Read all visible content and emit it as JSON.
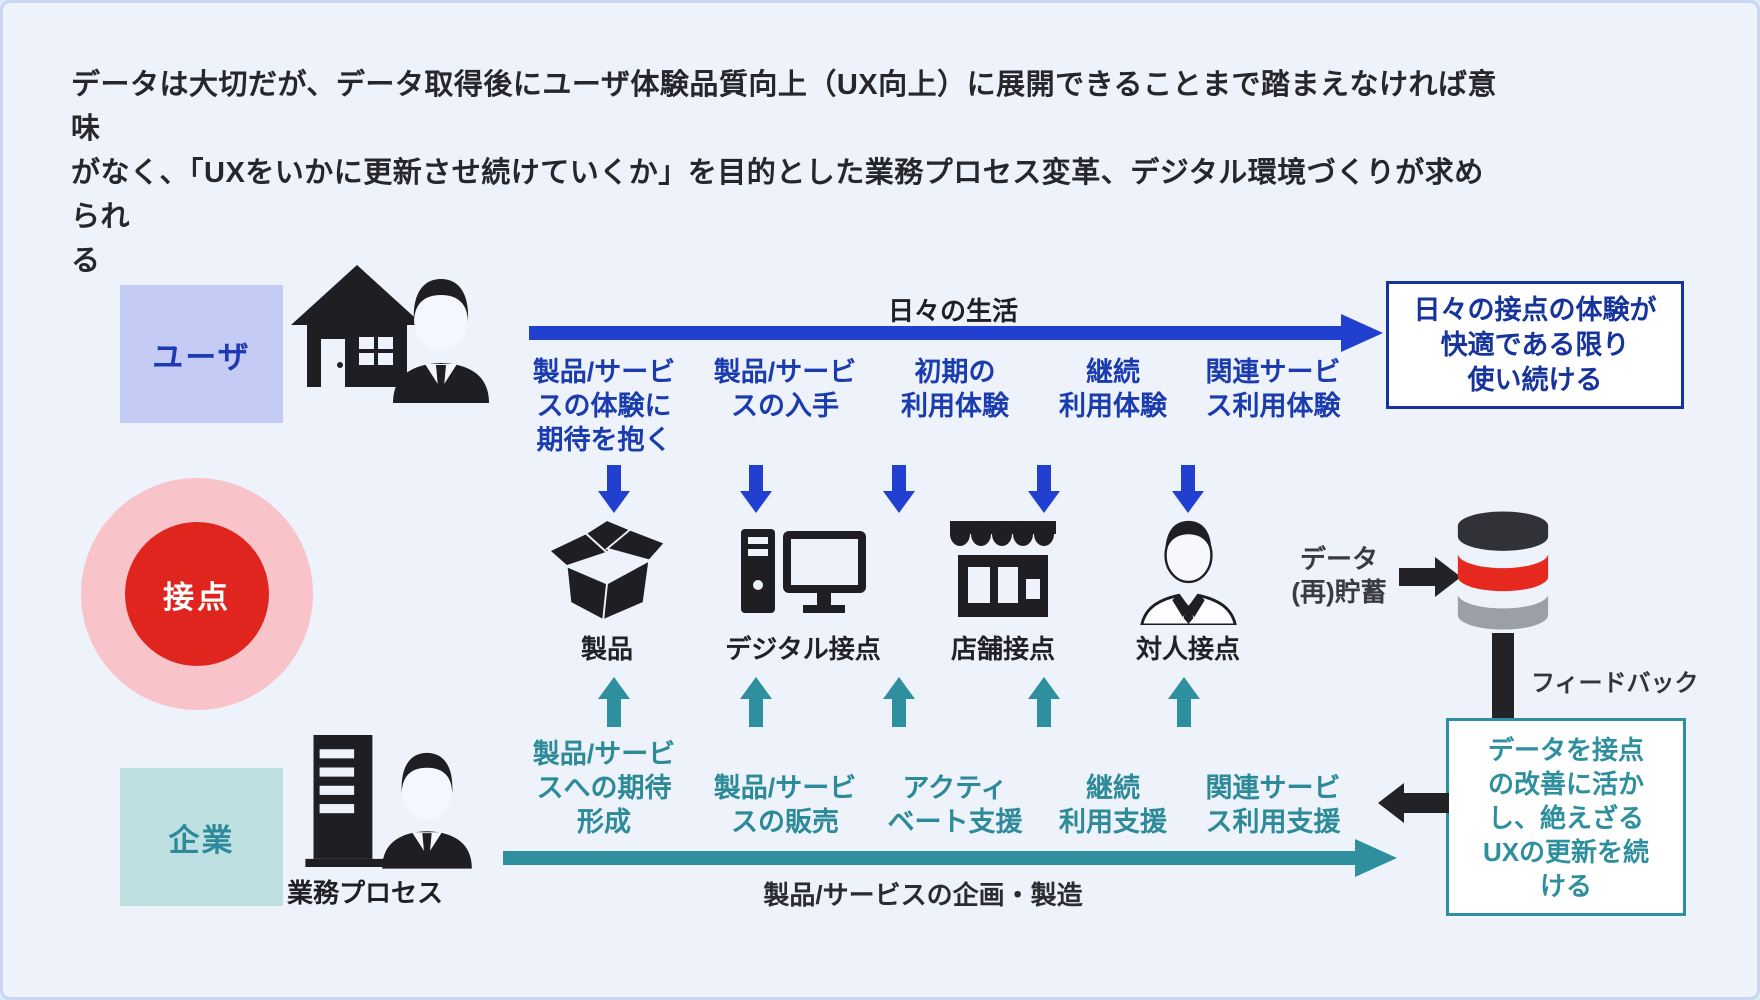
{
  "header": {
    "line1": "データは大切だが、データ取得後にユーザ体験品質向上（UX向上）に展開できることまで踏まえなければ意味",
    "line2": "がなく、「UXをいかに更新させ続けていくか」を目的とした業務プロセス変革、デジタル環境づくりが求められ",
    "line3": "る"
  },
  "rows": {
    "user": {
      "label": "ユーザ"
    },
    "touchpoint": {
      "label": "接点"
    },
    "company": {
      "label": "企業",
      "process": "業務プロセス"
    }
  },
  "top_flow": {
    "life_label": "日々の生活",
    "stages": [
      {
        "lines": [
          "製品/サービ",
          "スの体験に",
          "期待を抱く"
        ]
      },
      {
        "lines": [
          "製品/サービ",
          "スの入手"
        ]
      },
      {
        "lines": [
          "初期の",
          "利用体験"
        ]
      },
      {
        "lines": [
          "継続",
          "利用体験"
        ]
      },
      {
        "lines": [
          "関連サービ",
          "ス利用体験"
        ]
      }
    ],
    "outcome": [
      "日々の接点の体験が",
      "快適である限り",
      "使い続ける"
    ]
  },
  "touchpoints": {
    "items": [
      {
        "label": "製品",
        "icon": "box-icon"
      },
      {
        "label": "デジタル接点",
        "icon": "desktop-computer-icon"
      },
      {
        "label": "店舗接点",
        "icon": "storefront-icon"
      },
      {
        "label": "対人接点",
        "icon": "salesperson-icon"
      }
    ]
  },
  "data_loop": {
    "store_lines": [
      "データ",
      "(再)貯蓄"
    ],
    "feedback_label": "フィードバック",
    "action_lines": [
      "データを接点",
      "の改善に活か",
      "し、絶えざる",
      "UXの更新を続",
      "ける"
    ]
  },
  "bottom_flow": {
    "stages": [
      {
        "lines": [
          "製品/サービ",
          "スへの期待",
          "形成"
        ]
      },
      {
        "lines": [
          "製品/サービ",
          "スの販売"
        ]
      },
      {
        "lines": [
          "アクティ",
          "ベート支援"
        ]
      },
      {
        "lines": [
          "継続",
          "利用支援"
        ]
      },
      {
        "lines": [
          "関連サービ",
          "ス利用支援"
        ]
      }
    ],
    "plan_label": "製品/サービスの企画・製造"
  },
  "colors": {
    "background": "#edf2fb",
    "arrow_blue": "#2140d0",
    "text_blue": "#1b3cae",
    "box_navy": "#16349c",
    "teal": "#2e8f9e",
    "teal_text": "#2c8a99",
    "touchpoint_red": "#e0251f",
    "touchpoint_pink": "#f9c3ca",
    "user_lavender": "#c4cbf5",
    "company_light_teal": "#bfe0e2",
    "ink": "#26262b",
    "icon_black": "#1f1f23",
    "db_dark": "#303237",
    "db_red": "#e5291f",
    "db_gray": "#9aa0a6"
  }
}
